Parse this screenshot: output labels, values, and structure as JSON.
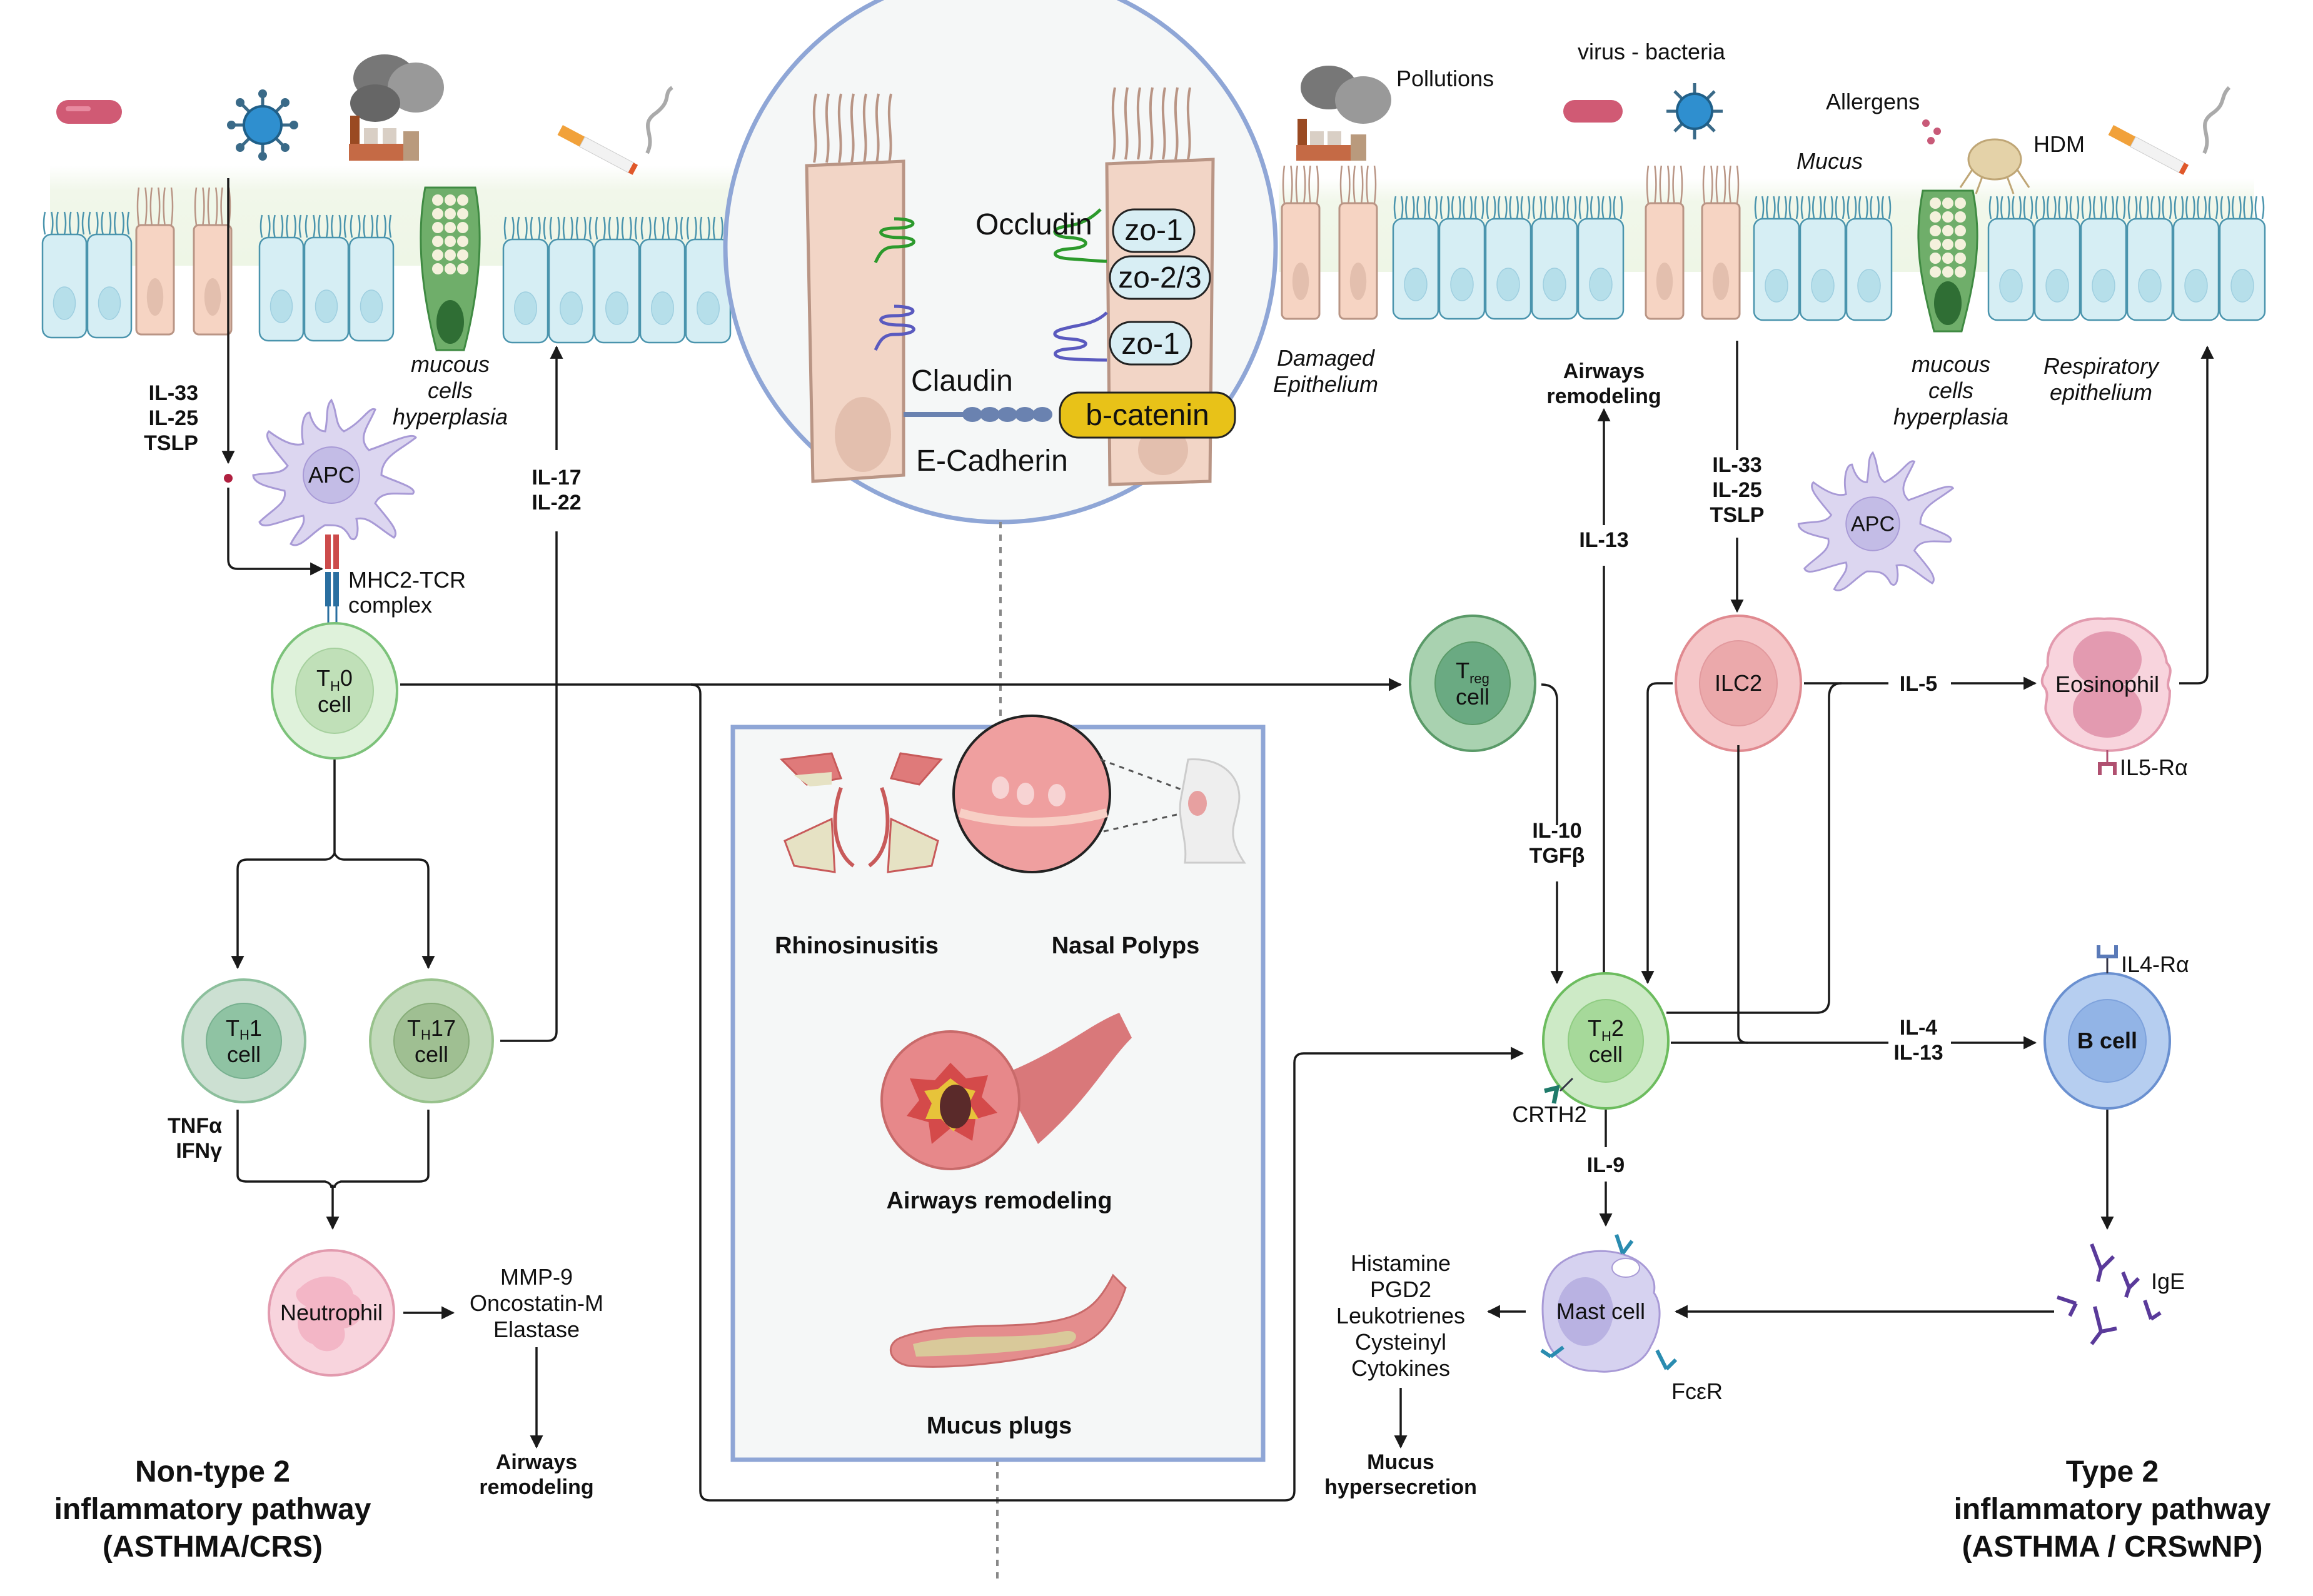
{
  "figure": {
    "left_pathway_title": [
      "Non-type 2",
      "inflammatory pathway",
      "(ASTHMA/CRS)"
    ],
    "right_pathway_title": [
      "Type 2",
      "inflammatory pathway",
      "(ASTHMA / CRSwNP)"
    ]
  },
  "colors": {
    "epithelial_cell": "#d6eef4",
    "epithelial_border": "#4a94ad",
    "damaged_cell": "#f6d4c3",
    "damaged_border": "#b99585",
    "mucous_cell": "#6fae6a",
    "mucus_layer": "#eef6e6",
    "inset_border": "#8fa6d6",
    "inset_fill": "#f5f7f7",
    "b_catenin": "#e8c218"
  },
  "top_left": {
    "stimuli": [
      "bacteria-icon",
      "virus-icon",
      "factory-pollution-icon",
      "cigarette-icon"
    ],
    "mucous_label": [
      "mucous",
      "cells",
      "hyperplasia"
    ]
  },
  "top_right": {
    "pollutions_label": "Pollutions",
    "virus_bacteria_label": "virus - bacteria",
    "allergens_label": "Allergens",
    "mucus_label": "Mucus",
    "hdm_label": "HDM",
    "damaged_label": [
      "Damaged",
      "Epithelium"
    ],
    "mucous_label": [
      "mucous",
      "cells",
      "hyperplasia"
    ],
    "respiratory_label": [
      "Respiratory",
      "epithelium"
    ]
  },
  "inset": {
    "occludin": "Occludin",
    "claudin": "Claudin",
    "e_cadherin": "E-Cadherin",
    "zo1_top": "zo-1",
    "zo23": "zo-2/3",
    "zo1_bottom": "zo-1",
    "b_catenin": "b-catenin"
  },
  "box": {
    "rhinosinusitis": "Rhinosinusitis",
    "nasal_polyps": "Nasal Polyps",
    "airways_remodeling": "Airways remodeling",
    "mucus_plugs": "Mucus plugs"
  },
  "left": {
    "cytokines_epithelial": [
      "IL-33",
      "IL-25",
      "TSLP"
    ],
    "apc": "APC",
    "mhc_tcr": [
      "MHC2-TCR",
      "complex"
    ],
    "th0": [
      "T",
      "H",
      "0",
      "cell"
    ],
    "il17_22": [
      "IL-17",
      "IL-22"
    ],
    "th1": [
      "T",
      "H",
      "1",
      "cell"
    ],
    "th17": [
      "T",
      "H",
      "17",
      "cell"
    ],
    "tnf_ifn": [
      "TNFα",
      "IFNγ"
    ],
    "neutrophil": "Neutrophil",
    "neutrophil_products": [
      "MMP-9",
      "Oncostatin-M",
      "Elastase"
    ],
    "airways_remodeling": [
      "Airways",
      "remodeling"
    ]
  },
  "right": {
    "airways_remodeling": [
      "Airways",
      "remodeling"
    ],
    "il13": "IL-13",
    "cytokines_epithelial": [
      "IL-33",
      "IL-25",
      "TSLP"
    ],
    "apc": "APC",
    "treg": [
      "T",
      "reg",
      "cell"
    ],
    "ilc2": "ILC2",
    "il5": "IL-5",
    "eosinophil": "Eosinophil",
    "il5ra": "IL5-Rα",
    "il10_tgf": [
      "IL-10",
      "TGFβ"
    ],
    "th2": [
      "T",
      "H",
      "2",
      "cell"
    ],
    "crth2": "CRTH2",
    "il4_13": [
      "IL-4",
      "IL-13"
    ],
    "bcell": "B cell",
    "il4ra": "IL4-Rα",
    "il9": "IL-9",
    "mast_cell": "Mast cell",
    "mast_products": [
      "Histamine",
      "PGD2",
      "Leukotrienes",
      "Cysteinyl",
      "Cytokines"
    ],
    "fcer": "FcεR",
    "ige": "IgE",
    "mucus_hyper": [
      "Mucus",
      "hypersecretion"
    ]
  }
}
